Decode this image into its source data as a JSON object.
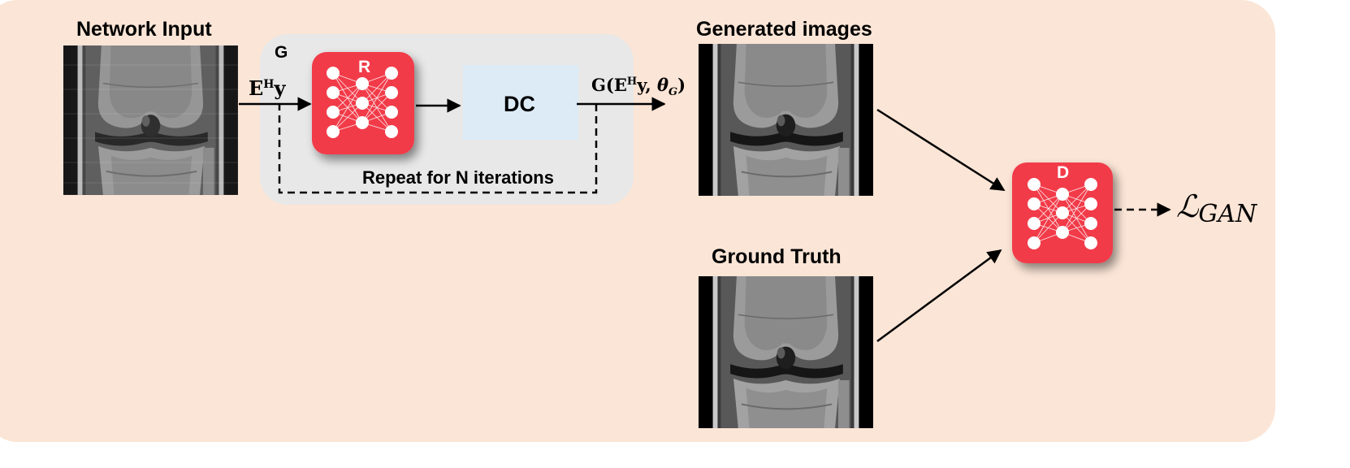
{
  "diagram": {
    "background_color": "#FBE5D6",
    "generator_box_color": "#E8E8E8",
    "network_color": "#F23A4A",
    "dc_block_color": "#DDEBF7",
    "labels": {
      "network_input": "Network Input",
      "generated_images": "Generated images",
      "ground_truth": "Ground Truth",
      "generator": "G",
      "regularizer": "R",
      "data_consistency": "DC",
      "repeat": "Repeat for N iterations",
      "discriminator": "D"
    },
    "math": {
      "input_E": "E",
      "input_sup": "H",
      "input_y": "y",
      "output_prefix": "G(E",
      "output_sup": "H",
      "output_mid": "y, ",
      "output_theta": "θ",
      "output_sub": "G",
      "output_close": ")",
      "loss_symbol": "ℒ",
      "loss_sub": "GAN"
    },
    "images": {
      "network_input": "undersampled knee MRI (coronal)",
      "generated": "reconstructed knee MRI (coronal)",
      "ground_truth": "fully sampled knee MRI (coronal)"
    }
  }
}
